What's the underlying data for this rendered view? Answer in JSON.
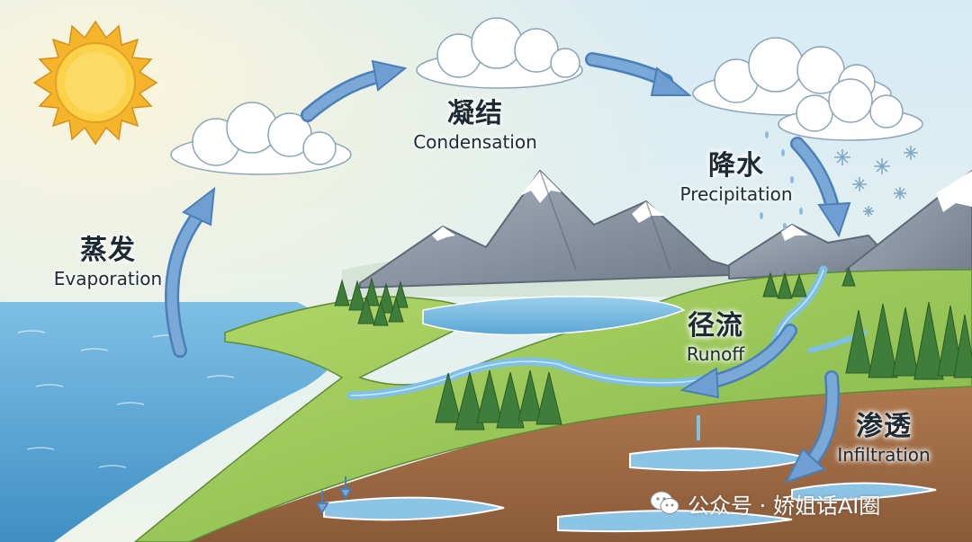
{
  "stages": {
    "evaporation": {
      "zh": "蒸发",
      "en": "Evaporation"
    },
    "condensation": {
      "zh": "凝结",
      "en": "Condensation"
    },
    "precipitation": {
      "zh": "降水",
      "en": "Precipitation"
    },
    "runoff": {
      "zh": "径流",
      "en": "Runoff"
    },
    "infiltration": {
      "zh": "渗透",
      "en": "Infiltration"
    }
  },
  "watermark": {
    "text": "公众号 · 娇姐话AI圈",
    "icon": "wechat-icon"
  },
  "colors": {
    "arrow": "#6f9fd2",
    "arrow_stroke": "#4a7fb8",
    "water": "#6db3de",
    "grass": "#9cc95a",
    "mountain": "#8d97a6",
    "sun": "#f8c534",
    "sky": "#cfe6f1"
  }
}
